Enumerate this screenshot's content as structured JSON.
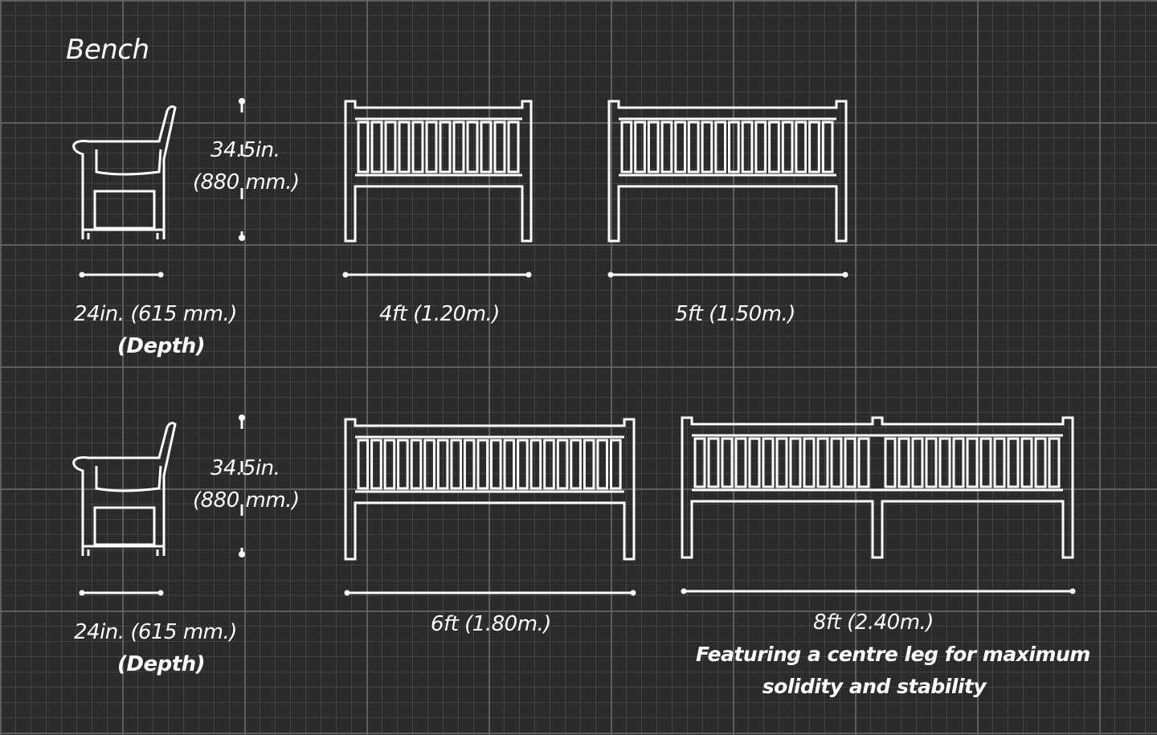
{
  "title": "Bench",
  "rows": [
    {
      "side_height": "34.5in.",
      "side_height_mm": "(880 mm.)",
      "depth": "24in. (615 mm.)",
      "depth_note": "(Depth)",
      "bench_a_width": "4ft (1.20m.)",
      "bench_b_width": "5ft (1.50m.)"
    },
    {
      "side_height": "34.5in.",
      "side_height_mm": "(880 mm.)",
      "depth": "24in. (615 mm.)",
      "depth_note": "(Depth)",
      "bench_a_width": "6ft (1.80m.)",
      "bench_b_width": "8ft (2.40m.)",
      "note_line1": "Featuring a centre leg for maximum",
      "note_line2": "solidity and stability"
    }
  ]
}
